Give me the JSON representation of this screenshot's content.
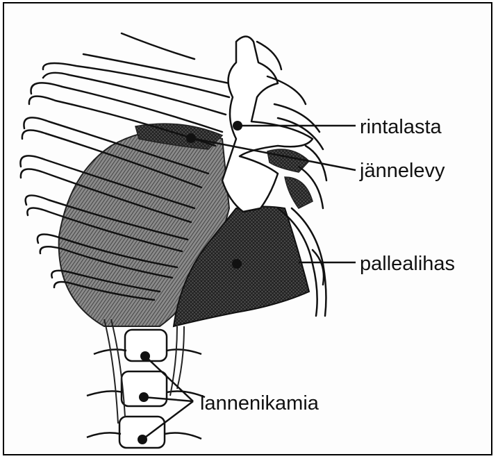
{
  "labels": {
    "sternum": "rintalasta",
    "central_tendon": "jännelevy",
    "diaphragm_muscle": "pallealihas",
    "lumbar_vertebrae": "lannenikamia"
  },
  "colors": {
    "ink": "#111111",
    "muscle_dark": "#3c3c3c",
    "muscle_mid": "#6e6e6e",
    "bone": "#ffffff"
  }
}
